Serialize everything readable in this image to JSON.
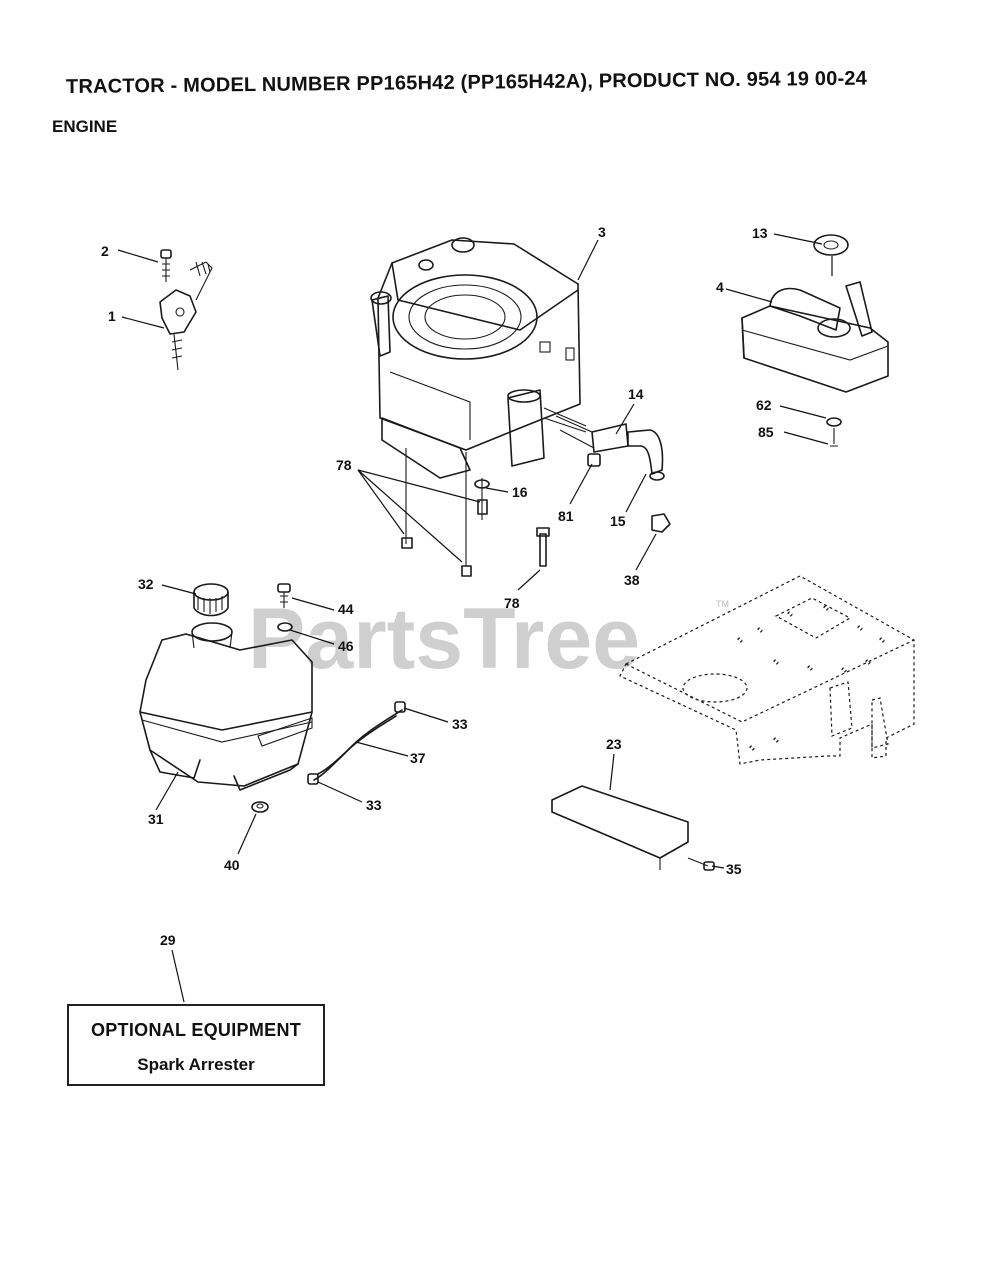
{
  "header": {
    "title": "TRACTOR - MODEL NUMBER PP165H42 (PP165H42A), PRODUCT NO. 954 19 00-24",
    "section": "ENGINE"
  },
  "watermark": {
    "text": "PartsTree",
    "trademark": "TM"
  },
  "optional_box": {
    "title": "OPTIONAL EQUIPMENT",
    "item": "Spark Arrester"
  },
  "callouts": [
    "1",
    "2",
    "3",
    "4",
    "13",
    "14",
    "15",
    "16",
    "23",
    "29",
    "31",
    "32",
    "33",
    "33",
    "35",
    "37",
    "38",
    "40",
    "44",
    "46",
    "62",
    "78",
    "78",
    "81",
    "85"
  ]
}
